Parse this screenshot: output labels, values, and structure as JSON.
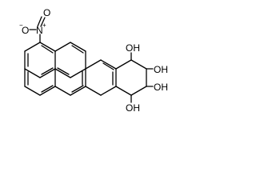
{
  "molecule": {
    "labels": {
      "oh_1": "OH",
      "oh_2": "OH",
      "oh_3": "OH",
      "oh_4": "OH",
      "nitro_o_top": "O",
      "nitro_o_left": "O",
      "nitro_n": "N",
      "nitro_minus": "−",
      "nitro_plus": "+"
    },
    "colors": {
      "bond": "#000000",
      "background": "#ffffff"
    }
  }
}
